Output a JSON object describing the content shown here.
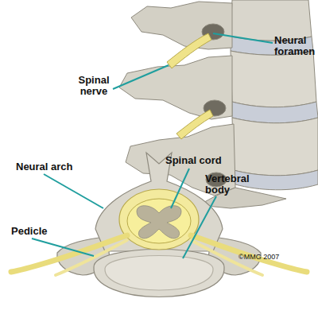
{
  "diagram": {
    "labels": [
      "Neural foramen",
      "Spinal nerve",
      "Neural arch",
      "Spinal cord",
      "Vertebral body",
      "Pedicle",
      "©MMG 2007"
    ]
  }
}
